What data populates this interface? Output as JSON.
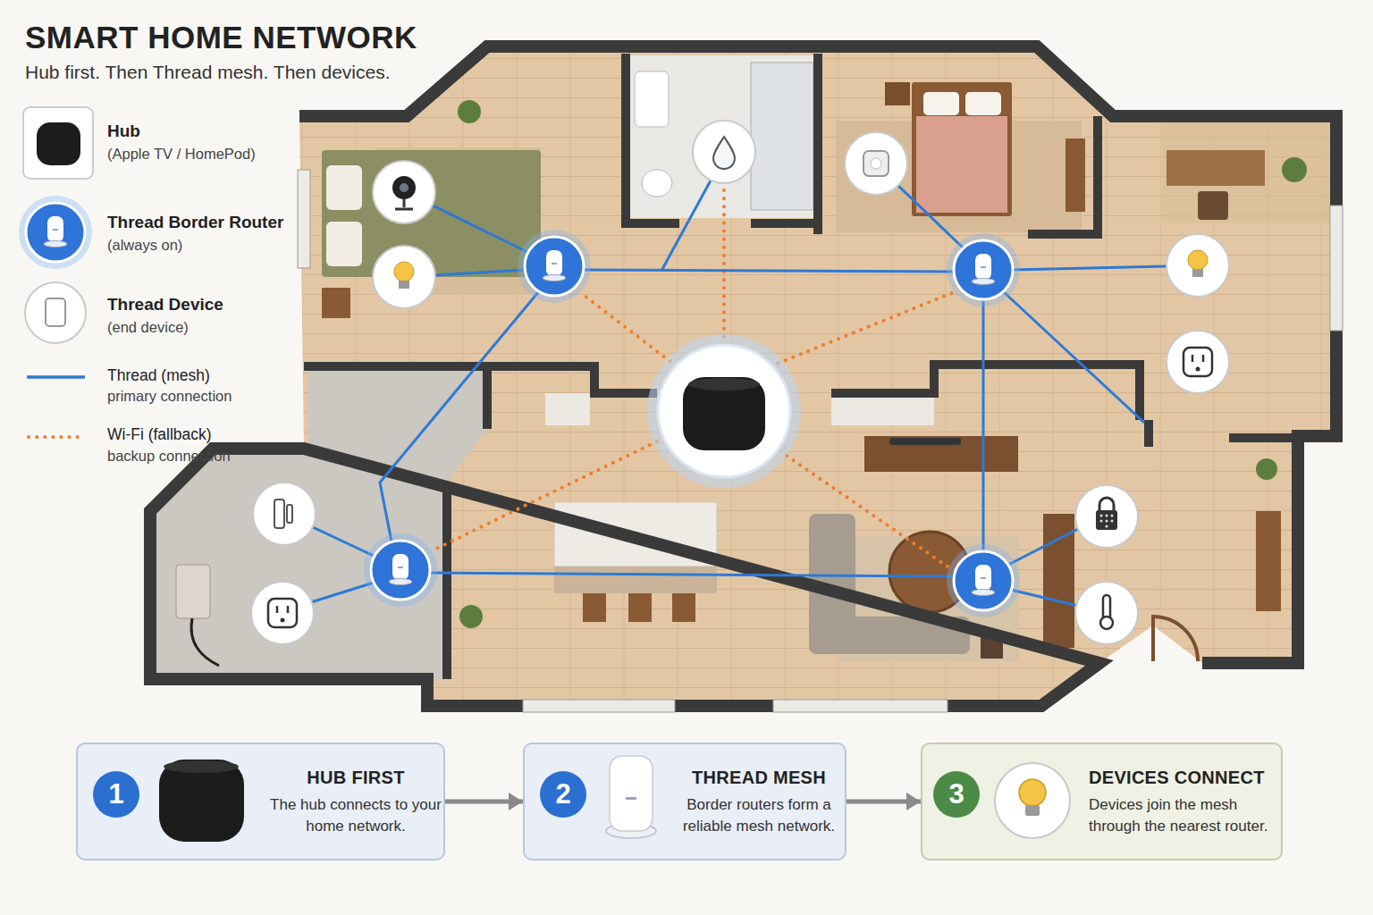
{
  "diagram": {
    "title": "SMART HOME NETWORK",
    "nodes": [
      {
        "text": [
          "HUB FIRST",
          "The hub connects to your home network."
        ]
      },
      {
        "text": [
          "1"
        ],
        "in": 0
      },
      {
        "text": [
          "THREAD MESH",
          "Border routers form a reliable mesh network."
        ]
      },
      {
        "text": [
          "2"
        ],
        "in": 2
      },
      {
        "text": [
          "DEVICES CONNECT",
          "Devices join the mesh through the nearest router."
        ]
      },
      {
        "text": [
          "3"
        ],
        "in": 4
      }
    ],
    "edges": [
      {
        "from": 0,
        "to": 2,
        "arrow": "to"
      },
      {
        "from": 2,
        "to": 4,
        "arrow": "to"
      }
    ],
    "labels": [
      "Hub first. Then Thread mesh. Then devices.",
      "(Apple TV / HomePod)",
      "(always on)",
      "(end device)",
      "primary connection",
      "backup connection"
    ],
    "legend": [
      {
        "text": "Hub"
      },
      {
        "text": "Thread Border Router"
      },
      {
        "text": "Thread Device"
      },
      {
        "text": "Thread (mesh)"
      },
      {
        "text": "Wi-Fi (fallback)"
      }
    ]
  }
}
